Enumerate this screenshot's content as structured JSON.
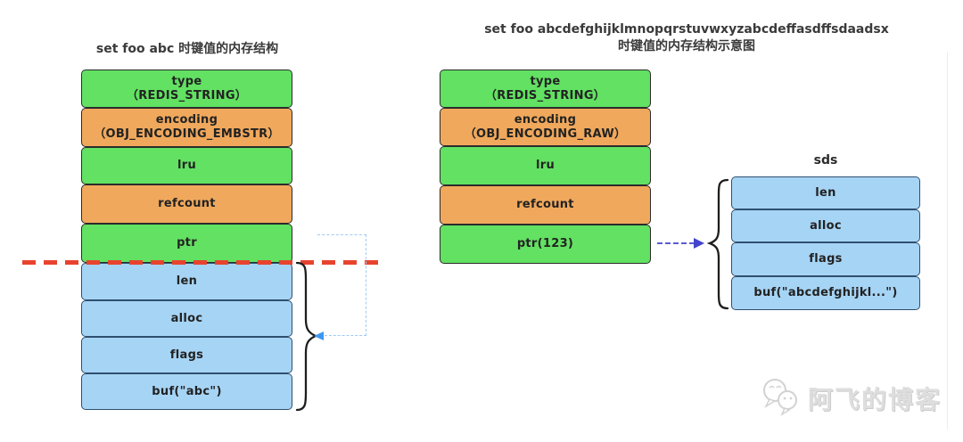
{
  "left_diagram": {
    "title": "set foo abc 时键值的内存结构",
    "rows": [
      {
        "label": "type",
        "sublabel": "（REDIS_STRING）"
      },
      {
        "label": "encoding",
        "sublabel": "（OBJ_ENCODING_EMBSTR）"
      },
      {
        "label": "lru"
      },
      {
        "label": "refcount"
      },
      {
        "label": "ptr"
      },
      {
        "label": "len"
      },
      {
        "label": "alloc"
      },
      {
        "label": "flags"
      },
      {
        "label": "buf(\"abc\")"
      }
    ]
  },
  "right_diagram": {
    "title_line1": "set foo abcdefghijklmnopqrstuvwxyzabcdeffasdffsdaadsx",
    "title_line2": "时键值的内存结构示意图",
    "rows": [
      {
        "label": "type",
        "sublabel": "（REDIS_STRING）"
      },
      {
        "label": "encoding",
        "sublabel": "（OBJ_ENCODING_RAW）"
      },
      {
        "label": "lru"
      },
      {
        "label": "refcount"
      },
      {
        "label": "ptr(123)"
      }
    ],
    "sds_label": "sds",
    "sds_rows": [
      {
        "label": "len"
      },
      {
        "label": "alloc"
      },
      {
        "label": "flags"
      },
      {
        "label": "buf(\"abcdefghijkl...\")"
      }
    ]
  },
  "watermark": {
    "icon": "wechat-bubbles-icon",
    "text": "阿飞的博客"
  },
  "colors": {
    "box_green": "#62e162",
    "box_orange": "#f0a85c",
    "box_blue": "#a6d4f5",
    "red_divider": "#e8432f",
    "connector_light_blue": "#9ec9f5",
    "connector_arrow_blue": "#3d97f2",
    "ptr_arrow_violet": "#4343cc",
    "box_border": "#2b2b2b",
    "watermark_gray": "#dedede"
  }
}
